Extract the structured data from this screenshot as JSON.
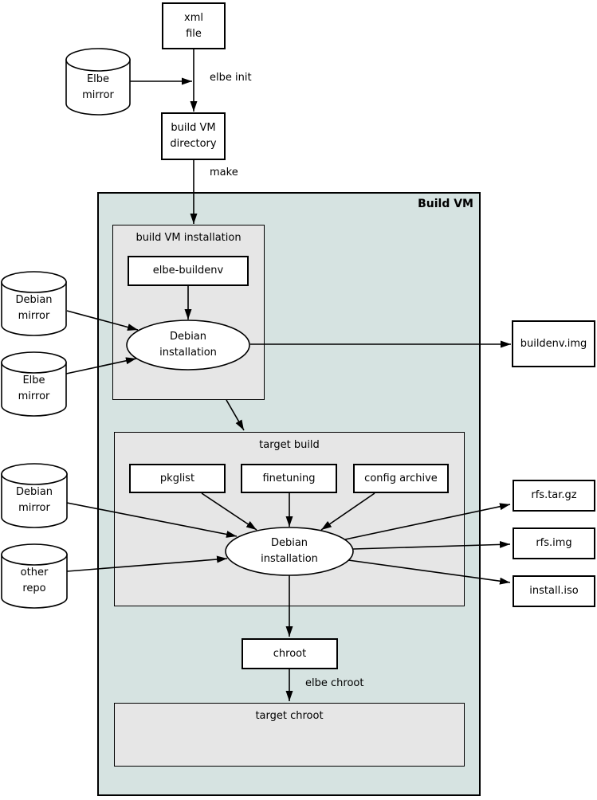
{
  "colors": {
    "build_vm_background": "#d6e3e1",
    "subgraph_background": "#e6e6e6",
    "node_background": "#ffffff",
    "line": "#000000"
  },
  "flow": {
    "top": {
      "xml_file": "xml\nfile",
      "elbe_mirror_top": "Elbe\nmirror",
      "build_vm_directory": "build VM\ndirectory"
    },
    "inputs": {
      "debian_mirror_upper": "Debian\nmirror",
      "elbe_mirror_left": "Elbe\nmirror",
      "debian_mirror_lower": "Debian\nmirror",
      "other_repo": "other\nrepo"
    },
    "build_vm": {
      "label": "Build VM",
      "build_vm_installation": {
        "label": "build VM installation",
        "elbe_buildenv": "elbe-buildenv",
        "debian_installation": "Debian\ninstallation"
      },
      "target_build": {
        "label": "target build",
        "pkglist": "pkglist",
        "finetuning": "finetuning",
        "config_archive": "config archive",
        "debian_installation": "Debian\ninstallation"
      },
      "chroot": "chroot",
      "target_chroot": {
        "label": "target chroot"
      }
    },
    "outputs": {
      "buildenv_img": "buildenv.img",
      "rfs_tar_gz": "rfs.tar.gz",
      "rfs_img": "rfs.img",
      "install_iso": "install.iso"
    },
    "edge_labels": {
      "elbe_init": "elbe init",
      "make": "make",
      "elbe_chroot": "elbe chroot"
    }
  }
}
